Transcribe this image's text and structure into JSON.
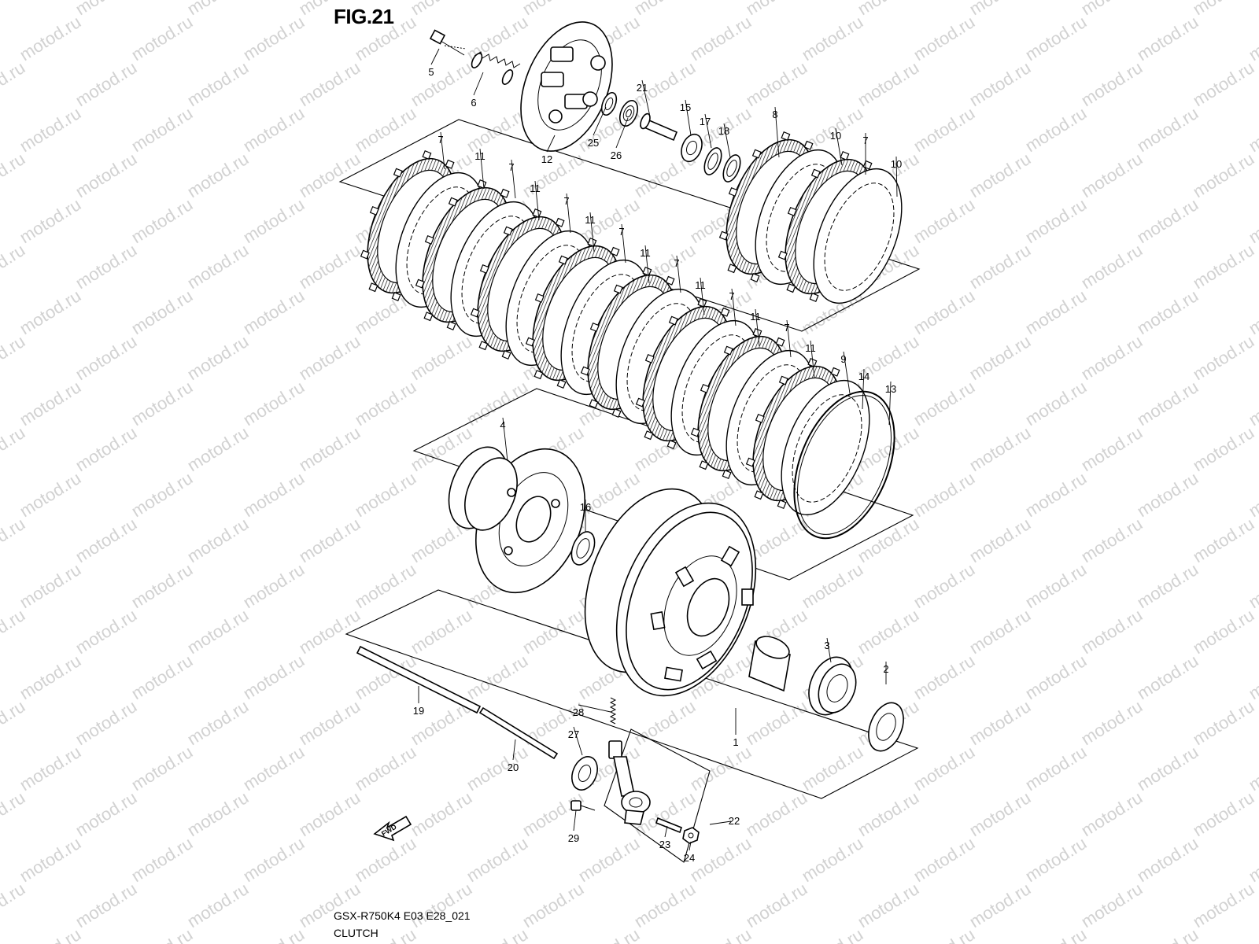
{
  "figure": {
    "title": "FIG.21",
    "model_code": "GSX-R750K4 E03 E28_021",
    "section_name": "CLUTCH",
    "watermark": "motod.ru",
    "fwd_label": "FWD"
  },
  "callouts": [
    {
      "id": "c5",
      "label": "5"
    },
    {
      "id": "c6",
      "label": "6"
    },
    {
      "id": "c12",
      "label": "12"
    },
    {
      "id": "c21",
      "label": "21"
    },
    {
      "id": "c25",
      "label": "25"
    },
    {
      "id": "c26",
      "label": "26"
    },
    {
      "id": "c15",
      "label": "15"
    },
    {
      "id": "c17",
      "label": "17"
    },
    {
      "id": "c18",
      "label": "18"
    },
    {
      "id": "c8",
      "label": "8"
    },
    {
      "id": "c10a",
      "label": "10"
    },
    {
      "id": "c7r",
      "label": "7"
    },
    {
      "id": "c10b",
      "label": "10"
    },
    {
      "id": "c7a",
      "label": "7"
    },
    {
      "id": "c11a",
      "label": "11"
    },
    {
      "id": "c7b",
      "label": "7"
    },
    {
      "id": "c11b",
      "label": "11"
    },
    {
      "id": "c7c",
      "label": "7"
    },
    {
      "id": "c11c",
      "label": "11"
    },
    {
      "id": "c7d",
      "label": "7"
    },
    {
      "id": "c11d",
      "label": "11"
    },
    {
      "id": "c7e",
      "label": "7"
    },
    {
      "id": "c11e",
      "label": "11"
    },
    {
      "id": "c7f",
      "label": "7"
    },
    {
      "id": "c11f",
      "label": "11"
    },
    {
      "id": "c7g",
      "label": "7"
    },
    {
      "id": "c11g",
      "label": "11"
    },
    {
      "id": "c9",
      "label": "9"
    },
    {
      "id": "c14",
      "label": "14"
    },
    {
      "id": "c13",
      "label": "13"
    },
    {
      "id": "c4",
      "label": "4"
    },
    {
      "id": "c16",
      "label": "16"
    },
    {
      "id": "c3",
      "label": "3"
    },
    {
      "id": "c2",
      "label": "2"
    },
    {
      "id": "c1",
      "label": "1"
    },
    {
      "id": "c19",
      "label": "19"
    },
    {
      "id": "c28",
      "label": "28"
    },
    {
      "id": "c27",
      "label": "27"
    },
    {
      "id": "c20",
      "label": "20"
    },
    {
      "id": "c22",
      "label": "22"
    },
    {
      "id": "c29",
      "label": "29"
    },
    {
      "id": "c23",
      "label": "23"
    },
    {
      "id": "c24",
      "label": "24"
    }
  ]
}
